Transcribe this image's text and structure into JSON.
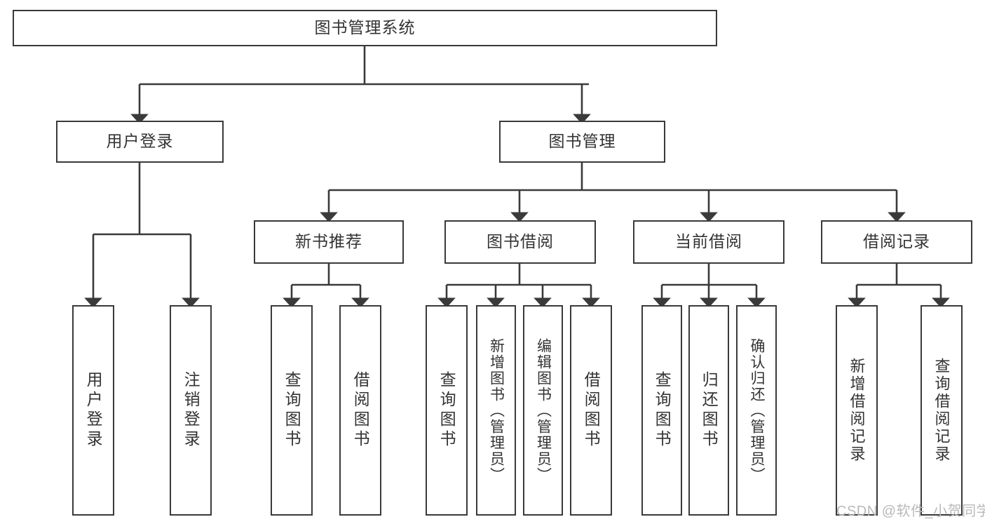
{
  "diagram": {
    "type": "tree",
    "title": "图书管理系统",
    "orientation": "top-down",
    "watermark": "CSDN @软件_小贺同学",
    "colors": {
      "background": "#ffffff",
      "box_border": "#3a3a3a",
      "box_fill": "#ffffff",
      "text": "#333333",
      "connector": "#3a3a3a",
      "watermark": "#b9b9b9"
    },
    "nodes": {
      "root": {
        "label": "图书管理系统",
        "level": 0,
        "orientation": "horizontal"
      },
      "user_login": {
        "label": "用户登录",
        "level": 1,
        "orientation": "horizontal"
      },
      "book_manage": {
        "label": "图书管理",
        "level": 1,
        "orientation": "horizontal"
      },
      "new_book_rec": {
        "label": "新书推荐",
        "level": 2,
        "orientation": "horizontal"
      },
      "book_borrow": {
        "label": "图书借阅",
        "level": 2,
        "orientation": "horizontal"
      },
      "current_borrow": {
        "label": "当前借阅",
        "level": 2,
        "orientation": "horizontal"
      },
      "borrow_record": {
        "label": "借阅记录",
        "level": 2,
        "orientation": "horizontal"
      },
      "leaf_user_login": {
        "label": "用户登录",
        "level": 3,
        "orientation": "vertical"
      },
      "leaf_logout": {
        "label": "注销登录",
        "level": 3,
        "orientation": "vertical"
      },
      "leaf_query_book_1": {
        "label": "查询图书",
        "level": 3,
        "orientation": "vertical"
      },
      "leaf_borrow_book_1": {
        "label": "借阅图书",
        "level": 3,
        "orientation": "vertical"
      },
      "leaf_query_book_2": {
        "label": "查询图书",
        "level": 3,
        "orientation": "vertical"
      },
      "leaf_add_book_admin": {
        "label": "新增图书（管理员）",
        "level": 3,
        "orientation": "vertical"
      },
      "leaf_edit_book_admin": {
        "label": "编辑图书（管理员）",
        "level": 3,
        "orientation": "vertical"
      },
      "leaf_borrow_book_2": {
        "label": "借阅图书",
        "level": 3,
        "orientation": "vertical"
      },
      "leaf_query_book_3": {
        "label": "查询图书",
        "level": 3,
        "orientation": "vertical"
      },
      "leaf_return_book": {
        "label": "归还图书",
        "level": 3,
        "orientation": "vertical"
      },
      "leaf_confirm_return_admin": {
        "label": "确认归还（管理员）",
        "level": 3,
        "orientation": "vertical"
      },
      "leaf_add_record": {
        "label": "新增借阅记录",
        "level": 3,
        "orientation": "vertical"
      },
      "leaf_query_record": {
        "label": "查询借阅记录",
        "level": 3,
        "orientation": "vertical"
      }
    },
    "edges": [
      {
        "from": "root",
        "to": "user_login"
      },
      {
        "from": "root",
        "to": "book_manage"
      },
      {
        "from": "user_login",
        "to": "leaf_user_login"
      },
      {
        "from": "user_login",
        "to": "leaf_logout"
      },
      {
        "from": "book_manage",
        "to": "new_book_rec"
      },
      {
        "from": "book_manage",
        "to": "book_borrow"
      },
      {
        "from": "book_manage",
        "to": "current_borrow"
      },
      {
        "from": "book_manage",
        "to": "borrow_record"
      },
      {
        "from": "new_book_rec",
        "to": "leaf_query_book_1"
      },
      {
        "from": "new_book_rec",
        "to": "leaf_borrow_book_1"
      },
      {
        "from": "book_borrow",
        "to": "leaf_query_book_2"
      },
      {
        "from": "book_borrow",
        "to": "leaf_add_book_admin"
      },
      {
        "from": "book_borrow",
        "to": "leaf_edit_book_admin"
      },
      {
        "from": "book_borrow",
        "to": "leaf_borrow_book_2"
      },
      {
        "from": "current_borrow",
        "to": "leaf_query_book_3"
      },
      {
        "from": "current_borrow",
        "to": "leaf_return_book"
      },
      {
        "from": "current_borrow",
        "to": "leaf_confirm_return_admin"
      },
      {
        "from": "borrow_record",
        "to": "leaf_add_record"
      },
      {
        "from": "borrow_record",
        "to": "leaf_query_record"
      }
    ]
  }
}
